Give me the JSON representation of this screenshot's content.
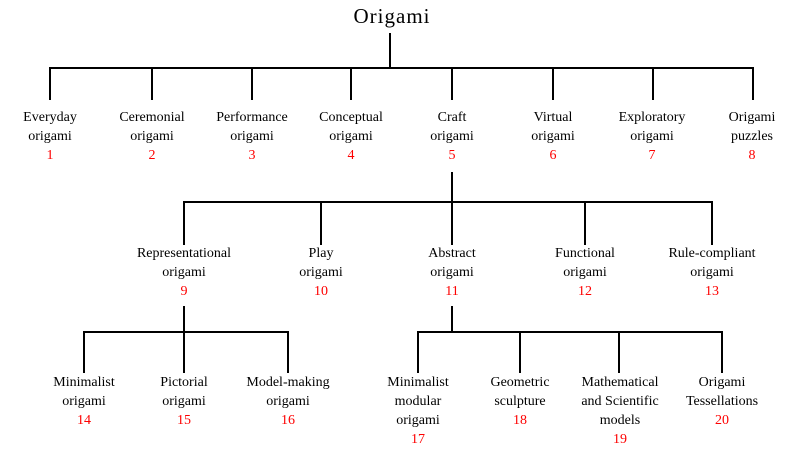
{
  "colors": {
    "line": "#000000",
    "label_text": "#000000",
    "number_text": "#fe0000",
    "background": "#ffffff"
  },
  "tree": {
    "root": {
      "label": "Origami"
    },
    "level1": [
      {
        "label": "Everyday\norigami",
        "number": "1"
      },
      {
        "label": "Ceremonial\norigami",
        "number": "2"
      },
      {
        "label": "Performance\norigami",
        "number": "3"
      },
      {
        "label": "Conceptual\norigami",
        "number": "4"
      },
      {
        "label": "Craft\norigami",
        "number": "5"
      },
      {
        "label": "Virtual\norigami",
        "number": "6"
      },
      {
        "label": "Exploratory\norigami",
        "number": "7"
      },
      {
        "label": "Origami\npuzzles",
        "number": "8"
      }
    ],
    "level2": [
      {
        "label": "Representational\norigami",
        "number": "9"
      },
      {
        "label": "Play\norigami",
        "number": "10"
      },
      {
        "label": "Abstract\norigami",
        "number": "11"
      },
      {
        "label": "Functional\norigami",
        "number": "12"
      },
      {
        "label": "Rule-compliant\norigami",
        "number": "13"
      }
    ],
    "level3_representational": [
      {
        "label": "Minimalist\norigami",
        "number": "14"
      },
      {
        "label": "Pictorial\norigami",
        "number": "15"
      },
      {
        "label": "Model-making\norigami",
        "number": "16"
      }
    ],
    "level3_abstract": [
      {
        "label": "Minimalist\nmodular\norigami",
        "number": "17"
      },
      {
        "label": "Geometric\nsculpture",
        "number": "18"
      },
      {
        "label": "Mathematical\nand Scientific\nmodels",
        "number": "19"
      },
      {
        "label": "Origami\nTessellations",
        "number": "20"
      }
    ]
  }
}
